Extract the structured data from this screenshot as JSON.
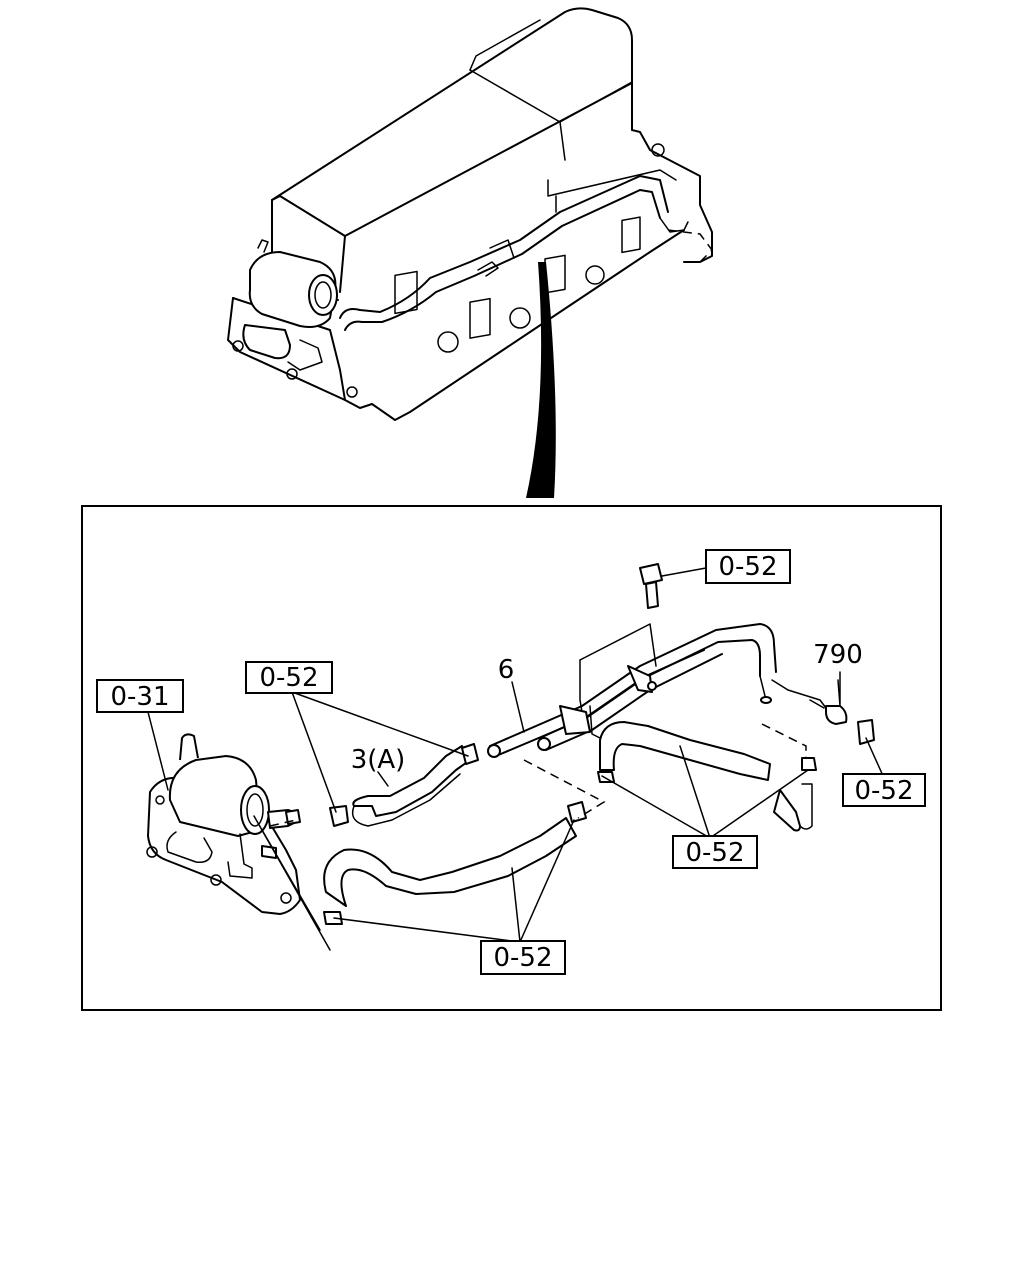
{
  "callouts": {
    "ref_031": "0-31",
    "ref_052_top_left": "0-52",
    "ref_052_bolt": "0-52",
    "ref_052_right": "0-52",
    "ref_052_mid": "0-52",
    "ref_052_bottom": "0-52",
    "part_6": "6",
    "part_3a": "3(A)",
    "part_790": "790"
  },
  "colors": {
    "line": "#000000",
    "background": "#ffffff"
  }
}
